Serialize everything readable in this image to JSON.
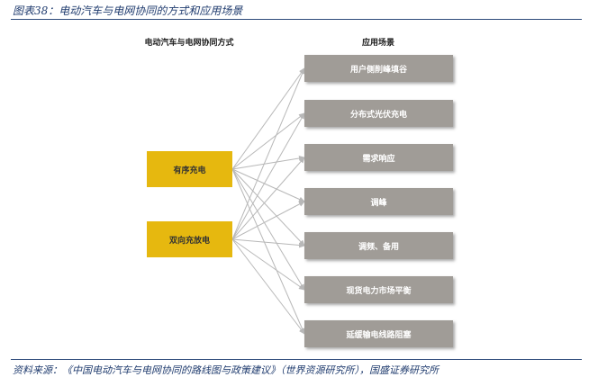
{
  "figure_title": "图表38：电动汽车与电网协同的方式和应用场景",
  "source": "资料来源：《中国电动汽车与电网协同的路线图与政策建议》（世界资源研究所），国盛证券研究所",
  "diagram": {
    "left_heading": "电动汽车与电网协同方式",
    "right_heading": "应用场景",
    "modes": [
      {
        "label": "有序充电"
      },
      {
        "label": "双向充放电"
      }
    ],
    "scenarios": [
      {
        "label": "用户侧削峰填谷"
      },
      {
        "label": "分布式光伏充电"
      },
      {
        "label": "需求响应"
      },
      {
        "label": "调峰"
      },
      {
        "label": "调频、备用"
      },
      {
        "label": "现货电力市场平衡"
      },
      {
        "label": "延缓输电线路阻塞"
      }
    ],
    "connections": [
      {
        "from": 0,
        "to": [
          0,
          1,
          2,
          3,
          4,
          5,
          6
        ]
      },
      {
        "from": 1,
        "to": [
          0,
          1,
          2,
          3,
          4,
          5,
          6
        ]
      }
    ],
    "colors": {
      "mode_box": "#e6b80f",
      "scenario_box": "#a09c97",
      "arrow": "#b8b8b8",
      "rule": "#2d4a7a"
    }
  }
}
